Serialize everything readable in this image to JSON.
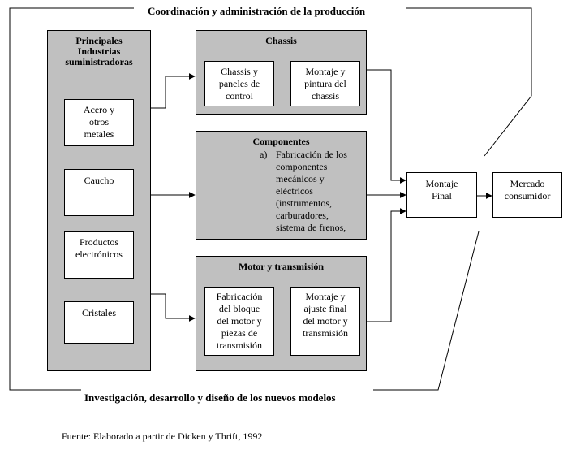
{
  "top_label": "Coordinación y administración de la producción",
  "bottom_label": "Investigación, desarrollo y diseño de los nuevos modelos",
  "suppliers": {
    "title": "Principales\nIndustrias\nsuministradoras",
    "items": [
      "Acero y\notros\nmetales",
      "Caucho",
      "Productos\nelectrónicos",
      "Cristales"
    ]
  },
  "chassis": {
    "title": "Chassis",
    "items": [
      "Chassis y\npaneles de\ncontrol",
      "Montaje y\npintura del\nchassis"
    ]
  },
  "components": {
    "title": "Componentes",
    "marker": "a)",
    "text": "Fabricación de los\ncomponentes\nmecánicos y\neléctricos\n(instrumentos,\ncarburadores,\nsistema de frenos,"
  },
  "motor": {
    "title": "Motor y transmisión",
    "items": [
      "Fabricación\ndel bloque\ndel motor y\npiezas de\ntransmisión",
      "Montaje y\najuste final\ndel motor y\ntransmisión"
    ]
  },
  "final_assembly": "Montaje\nFinal",
  "market": "Mercado\nconsumidor",
  "source": "Fuente: Elaborado a partir de Dicken y Thrift, 1992"
}
